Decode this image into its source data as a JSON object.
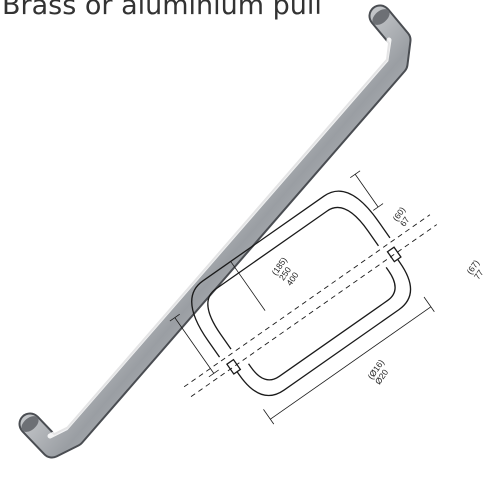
{
  "product": {
    "headline": "Brass or aluminium pull"
  },
  "drawing": {
    "overall_length": {
      "line1": "(185)",
      "line2": "250",
      "line3": "400"
    },
    "projection": {
      "line1": "(60)",
      "line2": "67"
    },
    "depth": {
      "line1": "(67)",
      "line2": "77"
    },
    "diameter": {
      "line1": "(Ø16)",
      "line2": "Ø20"
    }
  }
}
